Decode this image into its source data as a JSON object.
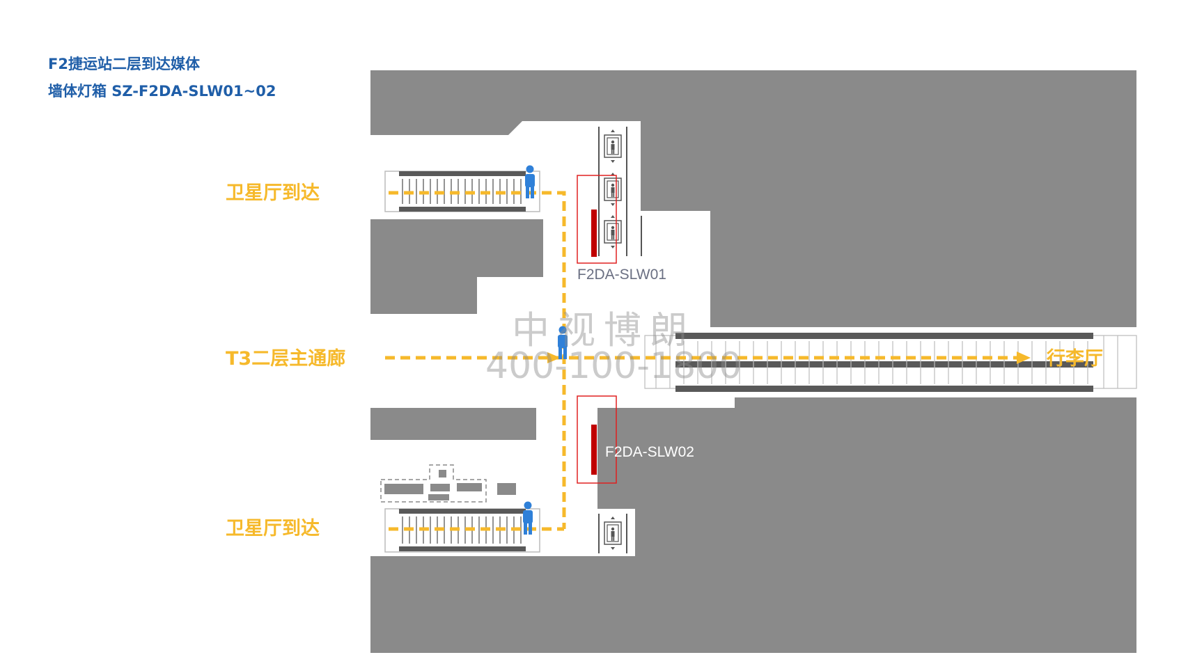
{
  "header": {
    "title": "F2捷运站二层到达媒体",
    "subtitle": "墙体灯箱 SZ-F2DA-SLW01~02"
  },
  "map": {
    "labels": {
      "arrival_top": "卫星厅到达",
      "main_corridor": "T3二层主通廊",
      "arrival_bottom": "卫星厅到达",
      "baggage_hall": "行李厅"
    },
    "media": [
      {
        "id": "F2DA-SLW01",
        "label": "F2DA-SLW01"
      },
      {
        "id": "F2DA-SLW02",
        "label": "F2DA-SLW02"
      }
    ],
    "colors": {
      "wall": "#8a8a8a",
      "route": "#f6b92b",
      "media_panel": "#c00000",
      "highlight_box": "#e02020",
      "person": "#2f80d8",
      "title": "#1f5ea8"
    },
    "icons": [
      "person-icon",
      "elevator-icon",
      "escalator-icon",
      "travelator-icon"
    ]
  },
  "watermark": {
    "company": "中视博朗",
    "phone": "400-100-1800"
  }
}
